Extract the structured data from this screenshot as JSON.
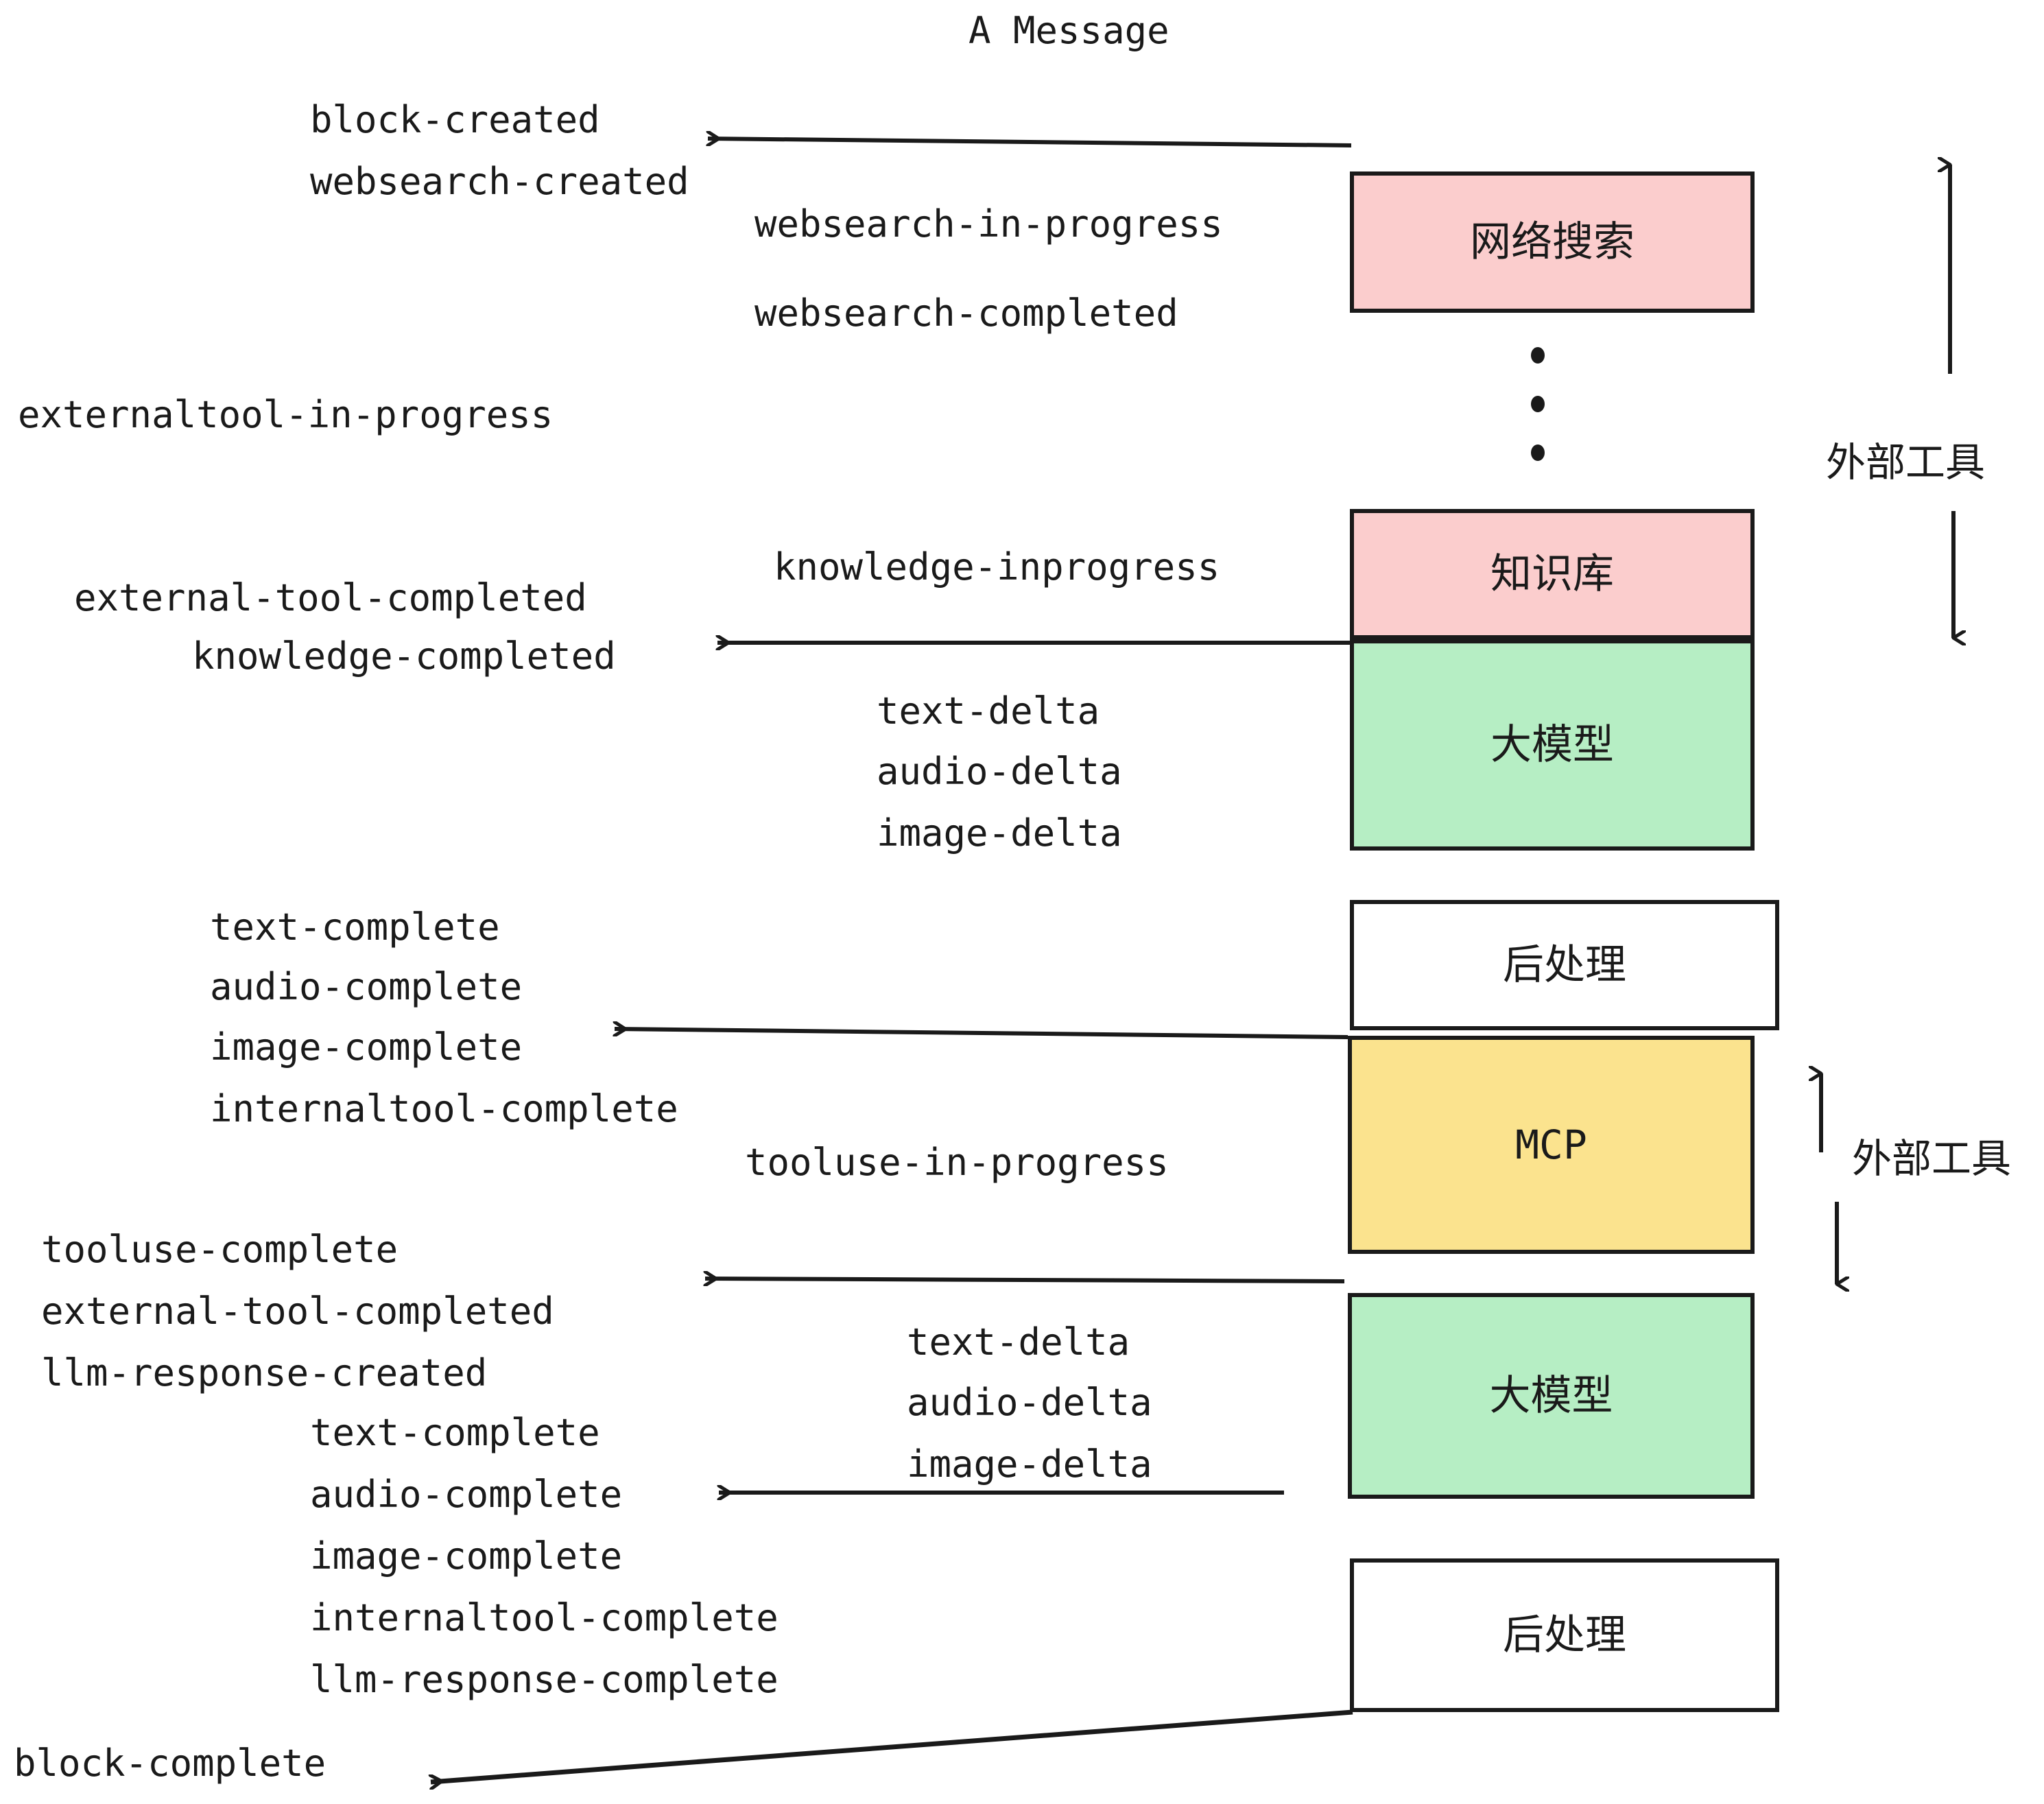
{
  "title": "A Message",
  "boxes": [
    {
      "id": "websearch",
      "label": "网络搜索",
      "color": "#fbcdcd",
      "kind": "pink"
    },
    {
      "id": "knowledge",
      "label": "知识库",
      "color": "#fbcdcd",
      "kind": "pink"
    },
    {
      "id": "llm1",
      "label": "大模型",
      "color": "#b6eec4",
      "kind": "green"
    },
    {
      "id": "postproc1",
      "label": "后处理",
      "color": "#ffffff",
      "kind": "white"
    },
    {
      "id": "mcp",
      "label": "MCP",
      "color": "#fbe38e",
      "kind": "yellow"
    },
    {
      "id": "llm2",
      "label": "大模型",
      "color": "#b6eec4",
      "kind": "green"
    },
    {
      "id": "postproc2",
      "label": "后处理",
      "color": "#ffffff",
      "kind": "white"
    }
  ],
  "side_labels": [
    {
      "id": "external-tool-top",
      "label": "外部工具"
    },
    {
      "id": "external-tool-bottom",
      "label": "外部工具"
    }
  ],
  "events": [
    {
      "id": "block-created",
      "label": "block-created"
    },
    {
      "id": "websearch-created",
      "label": "websearch-created"
    },
    {
      "id": "websearch-in-progress",
      "label": "websearch-in-progress"
    },
    {
      "id": "websearch-completed",
      "label": "websearch-completed"
    },
    {
      "id": "externaltool-in-progress",
      "label": "externaltool-in-progress"
    },
    {
      "id": "knowledge-inprogress",
      "label": "knowledge-inprogress"
    },
    {
      "id": "external-tool-completed-1",
      "label": "external-tool-completed"
    },
    {
      "id": "knowledge-completed",
      "label": "knowledge-completed"
    },
    {
      "id": "text-delta-1",
      "label": "text-delta"
    },
    {
      "id": "audio-delta-1",
      "label": "audio-delta"
    },
    {
      "id": "image-delta-1",
      "label": "image-delta"
    },
    {
      "id": "text-complete-1",
      "label": "text-complete"
    },
    {
      "id": "audio-complete-1",
      "label": "audio-complete"
    },
    {
      "id": "image-complete-1",
      "label": "image-complete"
    },
    {
      "id": "internaltool-complete-1",
      "label": "internaltool-complete"
    },
    {
      "id": "tooluse-in-progress",
      "label": "tooluse-in-progress"
    },
    {
      "id": "tooluse-complete",
      "label": "tooluse-complete"
    },
    {
      "id": "external-tool-completed-2",
      "label": "external-tool-completed"
    },
    {
      "id": "llm-response-created",
      "label": "llm-response-created"
    },
    {
      "id": "text-delta-2",
      "label": "text-delta"
    },
    {
      "id": "audio-delta-2",
      "label": "audio-delta"
    },
    {
      "id": "image-delta-2",
      "label": "image-delta"
    },
    {
      "id": "text-complete-2",
      "label": "text-complete"
    },
    {
      "id": "audio-complete-2",
      "label": "audio-complete"
    },
    {
      "id": "image-complete-2",
      "label": "image-complete"
    },
    {
      "id": "internaltool-complete-2",
      "label": "internaltool-complete"
    },
    {
      "id": "llm-response-complete",
      "label": "llm-response-complete"
    },
    {
      "id": "block-complete",
      "label": "block-complete"
    }
  ],
  "colors": {
    "stroke": "#1a1a1a",
    "pink": "#fbcdcd",
    "green": "#b6eec4",
    "yellow": "#fbe38e",
    "white": "#ffffff",
    "background": "#ffffff"
  }
}
